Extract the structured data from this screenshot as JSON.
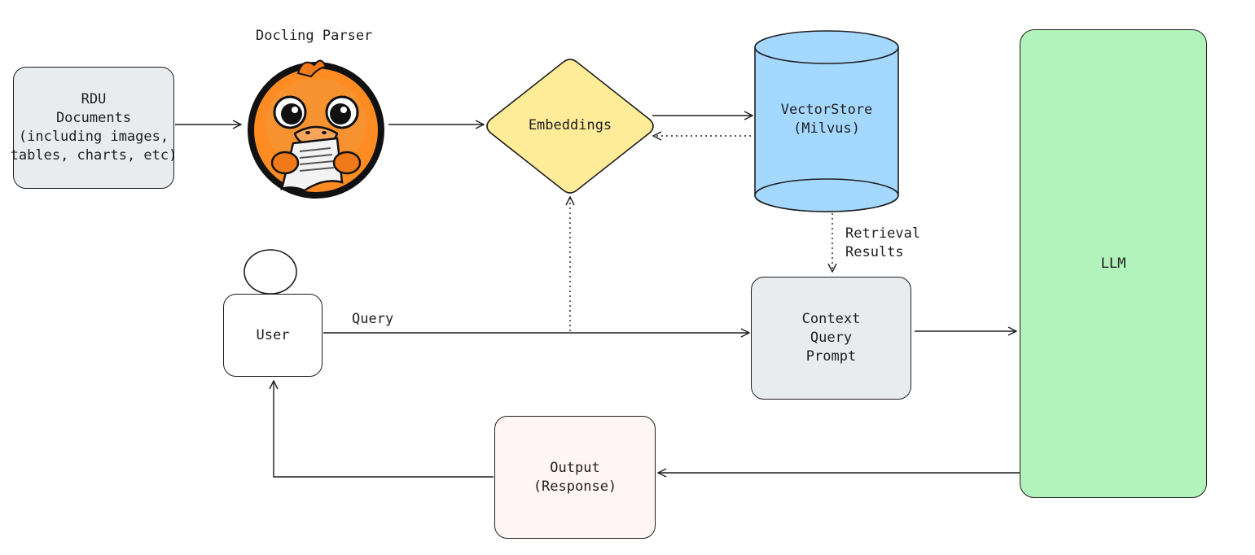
{
  "nodes": {
    "rdu": {
      "lines": [
        "RDU",
        "Documents",
        "(including images,",
        "tables, charts, etc)"
      ],
      "fill": "#e9ecef"
    },
    "parser": {
      "title": "Docling Parser",
      "icon": "duck-mascot-icon"
    },
    "embeddings": {
      "label": "Embeddings",
      "fill": "#ffec99"
    },
    "vectorstore": {
      "lines": [
        "VectorStore",
        "(Milvus)"
      ],
      "fill": "#a5d8ff"
    },
    "llm": {
      "label": "LLM",
      "fill": "#b2f2bb"
    },
    "user": {
      "label": "User"
    },
    "context": {
      "lines": [
        "Context",
        "Query",
        "Prompt"
      ],
      "fill": "#e9ecef"
    },
    "output": {
      "lines": [
        "Output",
        "(Response)"
      ],
      "fill": "#fff5f5"
    }
  },
  "edges": {
    "query_label": "Query",
    "retrieval_label": [
      "Retrieval",
      "Results"
    ]
  },
  "colors": {
    "stroke": "#1e1e1e",
    "duck_orange": "#f07a1a",
    "duck_dark": "#111111"
  }
}
